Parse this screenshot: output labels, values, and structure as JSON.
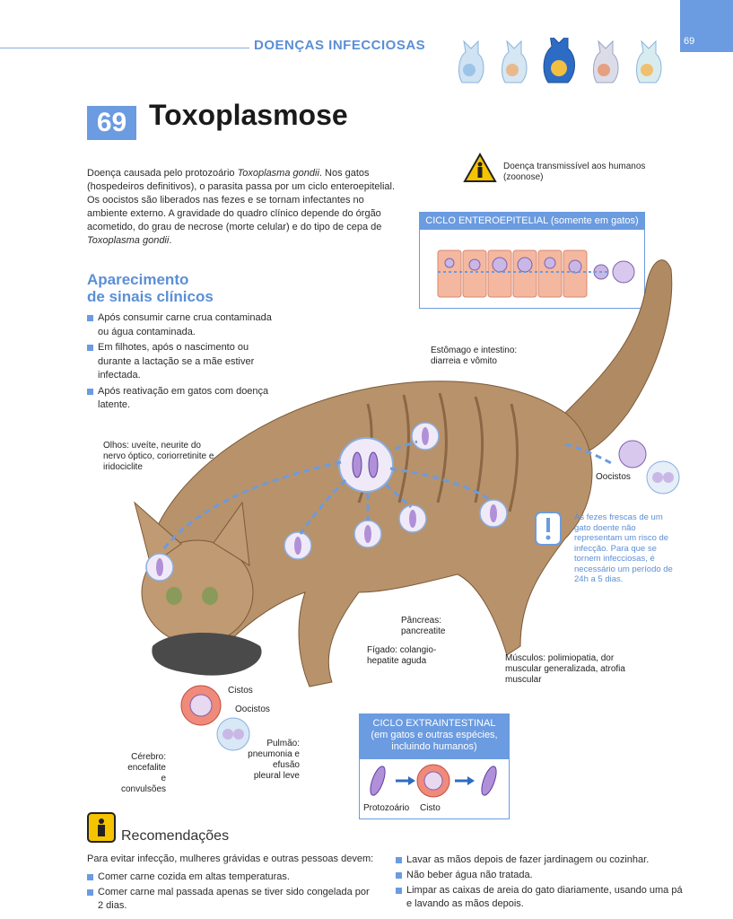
{
  "header": {
    "section_title": "DOENÇAS INFECCIOSAS",
    "page_number": "69",
    "accent_color": "#6b9be0"
  },
  "chapter": {
    "number": "69",
    "title": "Toxoplasmose"
  },
  "intro": {
    "p1": "Doença causada pelo protozoário ",
    "p1_em": "Toxoplasma gondii",
    "p2": ". Nos gatos (hospedeiros definitivos), o parasita passa por um ciclo enteroepitelial. Os oocistos são liberados nas fezes e se tornam infectantes no ambiente externo. A gravidade do quadro clínico depende do órgão acometido, do grau de necrose (morte celular) e do tipo de cepa de ",
    "p2_em": "Toxoplasma gondii",
    "p3": "."
  },
  "warning": {
    "icon": "warning-human-icon",
    "text": "Doença transmissível aos humanos (zoonose)"
  },
  "signs": {
    "title_line1": "Aparecimento",
    "title_line2": "de sinais clínicos",
    "items": [
      "Após consumir carne crua contaminada ou água contaminada.",
      "Em filhotes, após o nascimento ou durante a lactação se a mãe estiver infectada.",
      "Após reativação em gatos com doença latente."
    ]
  },
  "enteroepithelial": {
    "title": "CICLO ENTEROEPITELIAL (somente em gatos)"
  },
  "labels": {
    "stomach": "Estômago e intestino: diarreia e vômito",
    "eyes": "Olhos: uveíte, neurite do nervo óptico, coriorretinite e iridociclite",
    "oocysts_right": "Oocistos",
    "pancreas": "Pâncreas: pancreatite",
    "liver": "Fígado: colangio-hepatite aguda",
    "muscles": "Músculos: polimiopatia, dor muscular generalizada, atrofia muscular",
    "cysts": "Cistos",
    "oocysts_left": "Oocistos",
    "lung": "Pulmão: pneumonia e efusão pleural leve",
    "brain": "Cérebro: encefalite e convulsões"
  },
  "note": {
    "text": "As fezes frescas de um gato doente não representam um risco de infecção. Para que se tornem infecciosas, é necessário um período de 24h a 5 dias."
  },
  "extraintestinal": {
    "title_line1": "CICLO EXTRAINTESTINAL",
    "title_line2": "(em gatos e outras espécies, incluindo humanos)",
    "protozoa": "Protozoário",
    "cyst": "Cisto"
  },
  "recommendations": {
    "title": "Recomendações",
    "intro": "Para evitar infecção, mulheres grávidas e outras pessoas devem:",
    "col1": [
      "Comer carne cozida em altas temperaturas.",
      "Comer carne mal passada apenas se tiver sido congelada por 2 dias."
    ],
    "col2": [
      "Lavar as mãos depois de fazer jardinagem ou cozinhar.",
      "Não beber água não tratada.",
      "Limpar as caixas de areia do gato diariamente, usando uma pá e lavando as mãos depois."
    ]
  }
}
